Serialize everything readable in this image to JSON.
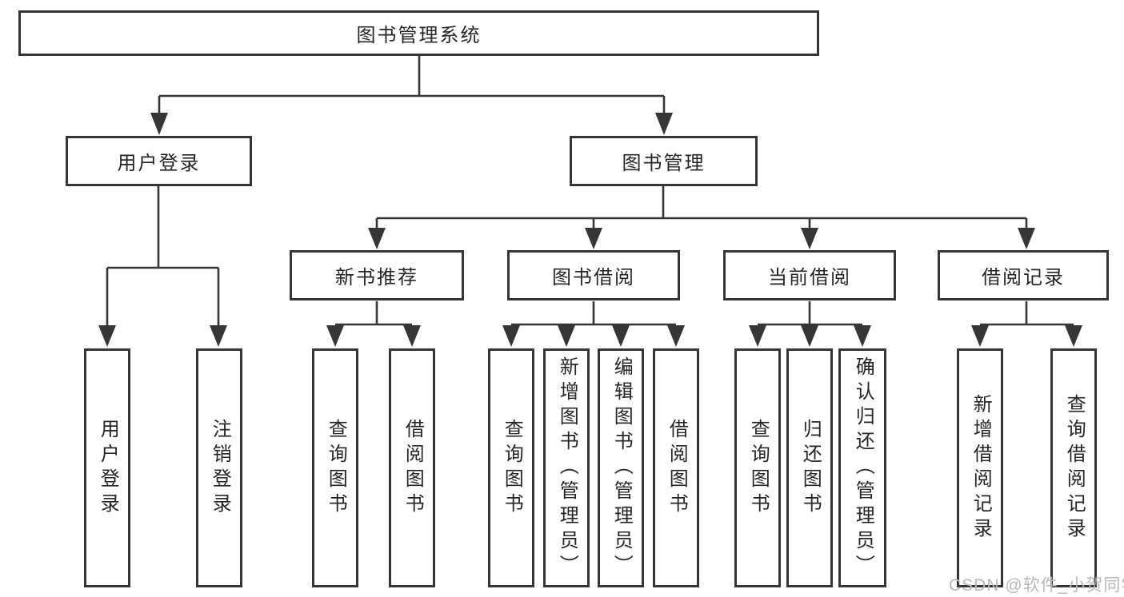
{
  "diagram": {
    "root": {
      "label": "图书管理系统"
    },
    "branches": [
      {
        "label": "用户登录",
        "children": [
          {
            "label": "用户登录"
          },
          {
            "label": "注销登录"
          }
        ]
      },
      {
        "label": "图书管理",
        "children": [
          {
            "label": "新书推荐",
            "children": [
              {
                "label": "查询图书"
              },
              {
                "label": "借阅图书"
              }
            ]
          },
          {
            "label": "图书借阅",
            "children": [
              {
                "label": "查询图书"
              },
              {
                "label": "新增图书（管理员）"
              },
              {
                "label": "编辑图书（管理员）"
              },
              {
                "label": "借阅图书"
              }
            ]
          },
          {
            "label": "当前借阅",
            "children": [
              {
                "label": "查询图书"
              },
              {
                "label": "归还图书"
              },
              {
                "label": "确认归还（管理员）"
              }
            ]
          },
          {
            "label": "借阅记录",
            "children": [
              {
                "label": "新增借阅记录"
              },
              {
                "label": "查询借阅记录"
              }
            ]
          }
        ]
      }
    ]
  },
  "watermark": {
    "text": "CSDN @软件_小贺同学"
  },
  "colors": {
    "line": "#363636",
    "border": "#363636",
    "text": "#262626",
    "background": "#ffffff",
    "watermark": "#b8b8b8"
  }
}
